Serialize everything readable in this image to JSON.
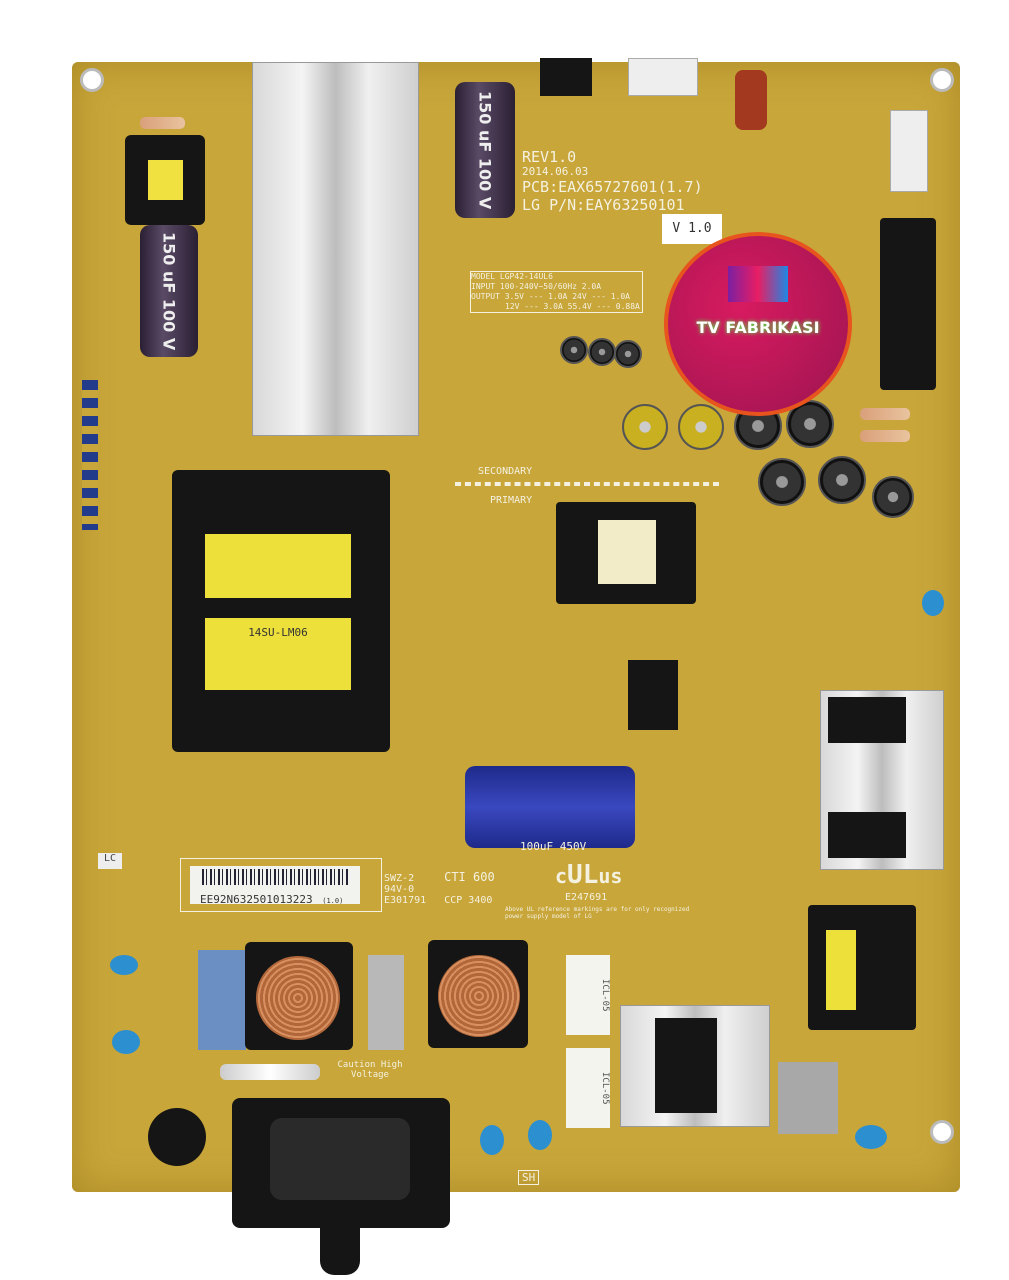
{
  "board": {
    "rev": "REV1.0",
    "date": "2014.06.03",
    "pcb": "PCB:EAX65727601(1.7)",
    "part_number": "LG P/N:EAY63250101",
    "spec_table": {
      "model_label": "MODEL",
      "model": "LGP42-14UL6",
      "input_label": "INPUT",
      "input": "100-240V~50/60Hz 2.0A",
      "output_label": "OUTPUT",
      "outputs": [
        "3.5V --- 1.0A",
        "24V --- 1.0A",
        "12V --- 3.0A",
        "55.4V --- 0.88A"
      ]
    },
    "barcode": "EE92N632501013223",
    "barcode_rev": "(1.0)",
    "cert_lines": [
      "SWZ-2",
      "94V-0",
      "E301791",
      "CCP 3400",
      "CTI 600"
    ],
    "ul_number": "E247691",
    "ul_note": "Above UL reference markings are for only recognized power supply model of LG",
    "version_tag": "V 1.0",
    "region_labels": [
      "PRIMARY",
      "SECONDARY",
      "LC",
      "SH"
    ],
    "caution": "Caution High Voltage",
    "transformer_label": "14SU-LM06",
    "capacitor_labels": [
      "150 uF 100 V",
      "150 uF 100 V",
      "100uF 450V"
    ],
    "fuse_labels": [
      "ICL-05",
      "ICL-05"
    ]
  },
  "watermark": {
    "text": "TV FABRIKASI",
    "color": "#c2185b"
  }
}
